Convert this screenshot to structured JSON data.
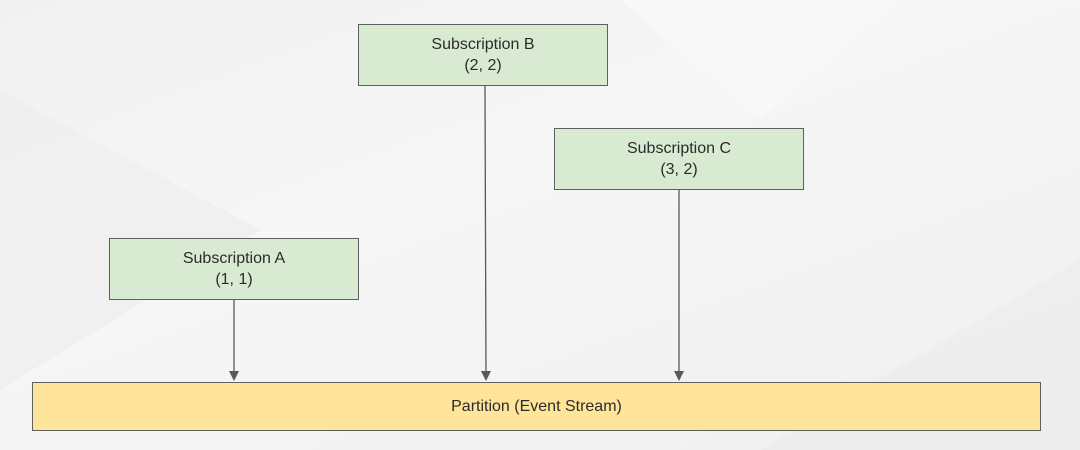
{
  "colors": {
    "subscription_fill": "#d9ead3",
    "partition_fill": "#ffe599",
    "border": "#5f5f5f",
    "arrow": "#595959"
  },
  "subscriptions": [
    {
      "title": "Subscription A",
      "value": "(1, 1)"
    },
    {
      "title": "Subscription B",
      "value": "(2, 2)"
    },
    {
      "title": "Subscription C",
      "value": "(3, 2)"
    }
  ],
  "partition": {
    "label": "Partition (Event Stream)"
  }
}
